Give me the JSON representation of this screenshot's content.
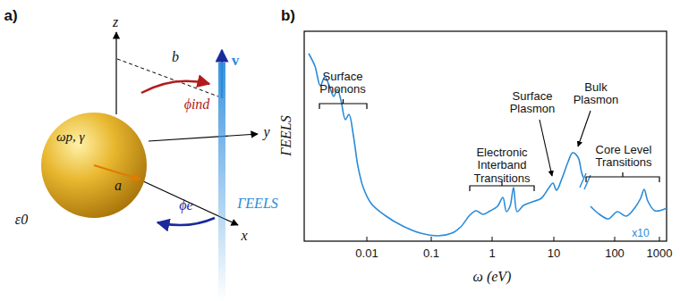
{
  "diagram": {
    "nodes": [
      {
        "text": [
          "ωp, γ"
        ]
      }
    ],
    "labels": [
      "a)",
      "b)",
      "z",
      "y",
      "x",
      "b",
      "a",
      "ε0",
      "ϕind",
      "ϕe",
      "v",
      "ΓEELS",
      "ΓEELS",
      "ω (eV)",
      "0.01",
      "0.1",
      "1",
      "10",
      "100",
      "1000",
      "Surface Phonons",
      "Electronic Interband Transitions",
      "Surface Plasmon",
      "Bulk Plasmon",
      "Core Level Transitions",
      "x10"
    ]
  }
}
